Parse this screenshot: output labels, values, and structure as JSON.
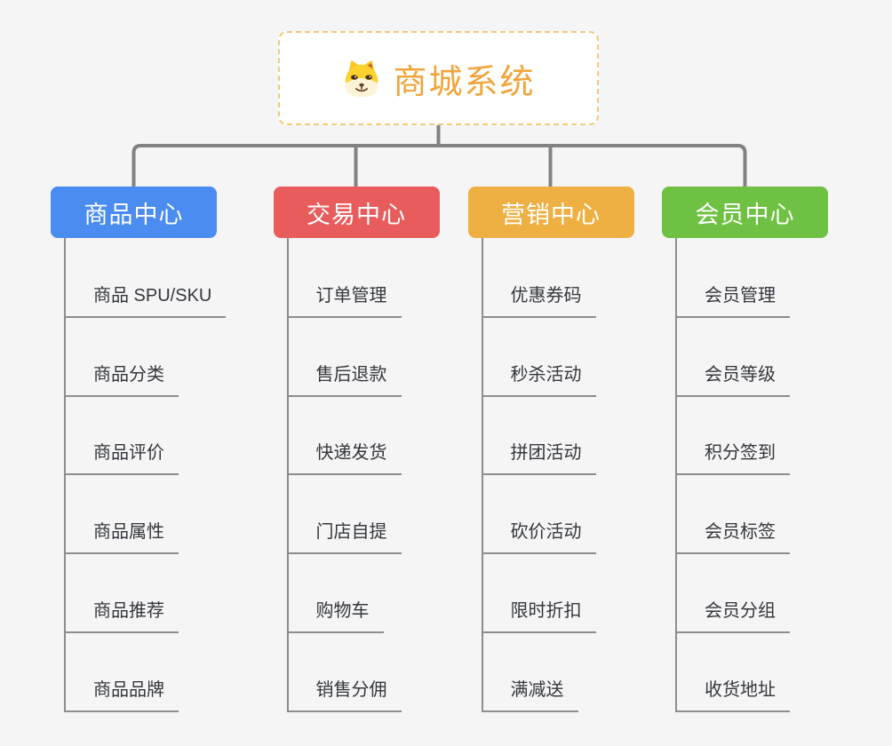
{
  "root": {
    "title": "商城系统",
    "icon": "dog-face-icon"
  },
  "branches": [
    {
      "label": "商品中心",
      "color": "#4a8cf0",
      "items": [
        "商品 SPU/SKU",
        "商品分类",
        "商品评价",
        "商品属性",
        "商品推荐",
        "商品品牌"
      ]
    },
    {
      "label": "交易中心",
      "color": "#e85d5c",
      "items": [
        "订单管理",
        "售后退款",
        "快递发货",
        "门店自提",
        "购物车",
        "销售分佣"
      ]
    },
    {
      "label": "营销中心",
      "color": "#eeb043",
      "items": [
        "优惠券码",
        "秒杀活动",
        "拼团活动",
        "砍价活动",
        "限时折扣",
        "满减送"
      ]
    },
    {
      "label": "会员中心",
      "color": "#6fc143",
      "items": [
        "会员管理",
        "会员等级",
        "积分签到",
        "会员标签",
        "会员分组",
        "收货地址"
      ]
    }
  ],
  "colors": {
    "background": "#f5f5f6",
    "root_title": "#f0a53c",
    "root_border": "#f3c97c",
    "connector": "#828282",
    "item_line": "#8d8d8d",
    "item_text": "#34373c",
    "header_text": "#ffffff"
  }
}
